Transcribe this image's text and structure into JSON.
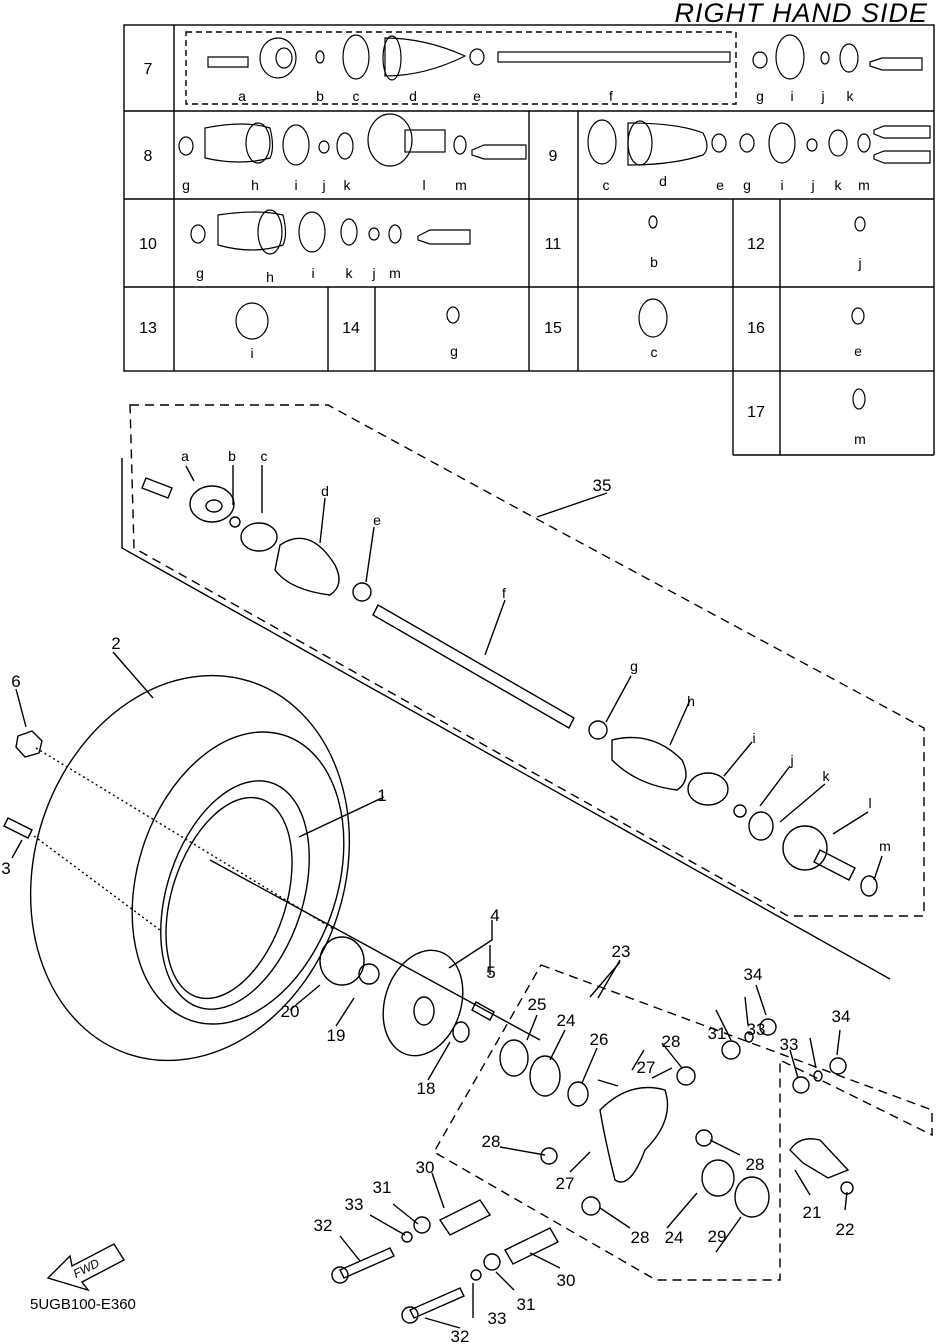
{
  "header": {
    "title": "RIGHT HAND SIDE"
  },
  "footer": {
    "code": "5UGB100-E360",
    "fwd_label": "FWD"
  },
  "kit_table": {
    "rows": [
      {
        "ref": "7",
        "letters": [
          "a",
          "b",
          "c",
          "d",
          "e",
          "f",
          "g",
          "i",
          "j",
          "k"
        ]
      },
      {
        "ref": "8",
        "letters": [
          "g",
          "h",
          "i",
          "j",
          "k",
          "l",
          "m"
        ]
      },
      {
        "ref": "9",
        "letters": [
          "c",
          "d",
          "e",
          "g",
          "i",
          "j",
          "k",
          "m"
        ]
      },
      {
        "ref": "10",
        "letters": [
          "g",
          "h",
          "i",
          "k",
          "j",
          "m"
        ]
      },
      {
        "ref": "11",
        "letters": [
          "b"
        ]
      },
      {
        "ref": "12",
        "letters": [
          "j"
        ]
      },
      {
        "ref": "13",
        "letters": [
          "i"
        ]
      },
      {
        "ref": "14",
        "letters": [
          "g"
        ]
      },
      {
        "ref": "15",
        "letters": [
          "c"
        ]
      },
      {
        "ref": "16",
        "letters": [
          "e"
        ]
      },
      {
        "ref": "17",
        "letters": [
          "m"
        ]
      }
    ]
  },
  "drive_shaft_letters": [
    "a",
    "b",
    "c",
    "d",
    "e",
    "f",
    "g",
    "h",
    "i",
    "j",
    "k",
    "l",
    "m"
  ],
  "part_numbers": [
    "1",
    "2",
    "3",
    "4",
    "5",
    "6",
    "18",
    "19",
    "20",
    "21",
    "22",
    "23",
    "24",
    "25",
    "26",
    "27",
    "28",
    "29",
    "30",
    "31",
    "32",
    "33",
    "34",
    "35"
  ]
}
